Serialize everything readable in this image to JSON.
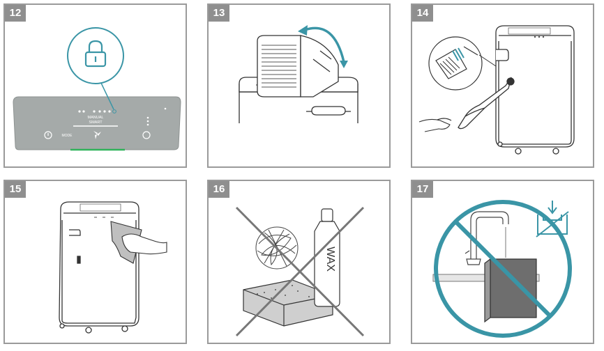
{
  "steps": [
    {
      "number": "12"
    },
    {
      "number": "13"
    },
    {
      "number": "14"
    },
    {
      "number": "15"
    },
    {
      "number": "16"
    },
    {
      "number": "17"
    }
  ],
  "panel12": {
    "mode_label_1": "MANUAL",
    "mode_label_2": "SMART",
    "button_label": "MODE"
  },
  "panel16": {
    "bottle_label": "WAX"
  },
  "colors": {
    "frame": "#9a9a9a",
    "badge": "#8f8f8f",
    "accent_blue": "#3a95a6",
    "control_panel": "#a5aaa9",
    "indicator_green": "#2fb35a",
    "line_art": "#333333"
  }
}
